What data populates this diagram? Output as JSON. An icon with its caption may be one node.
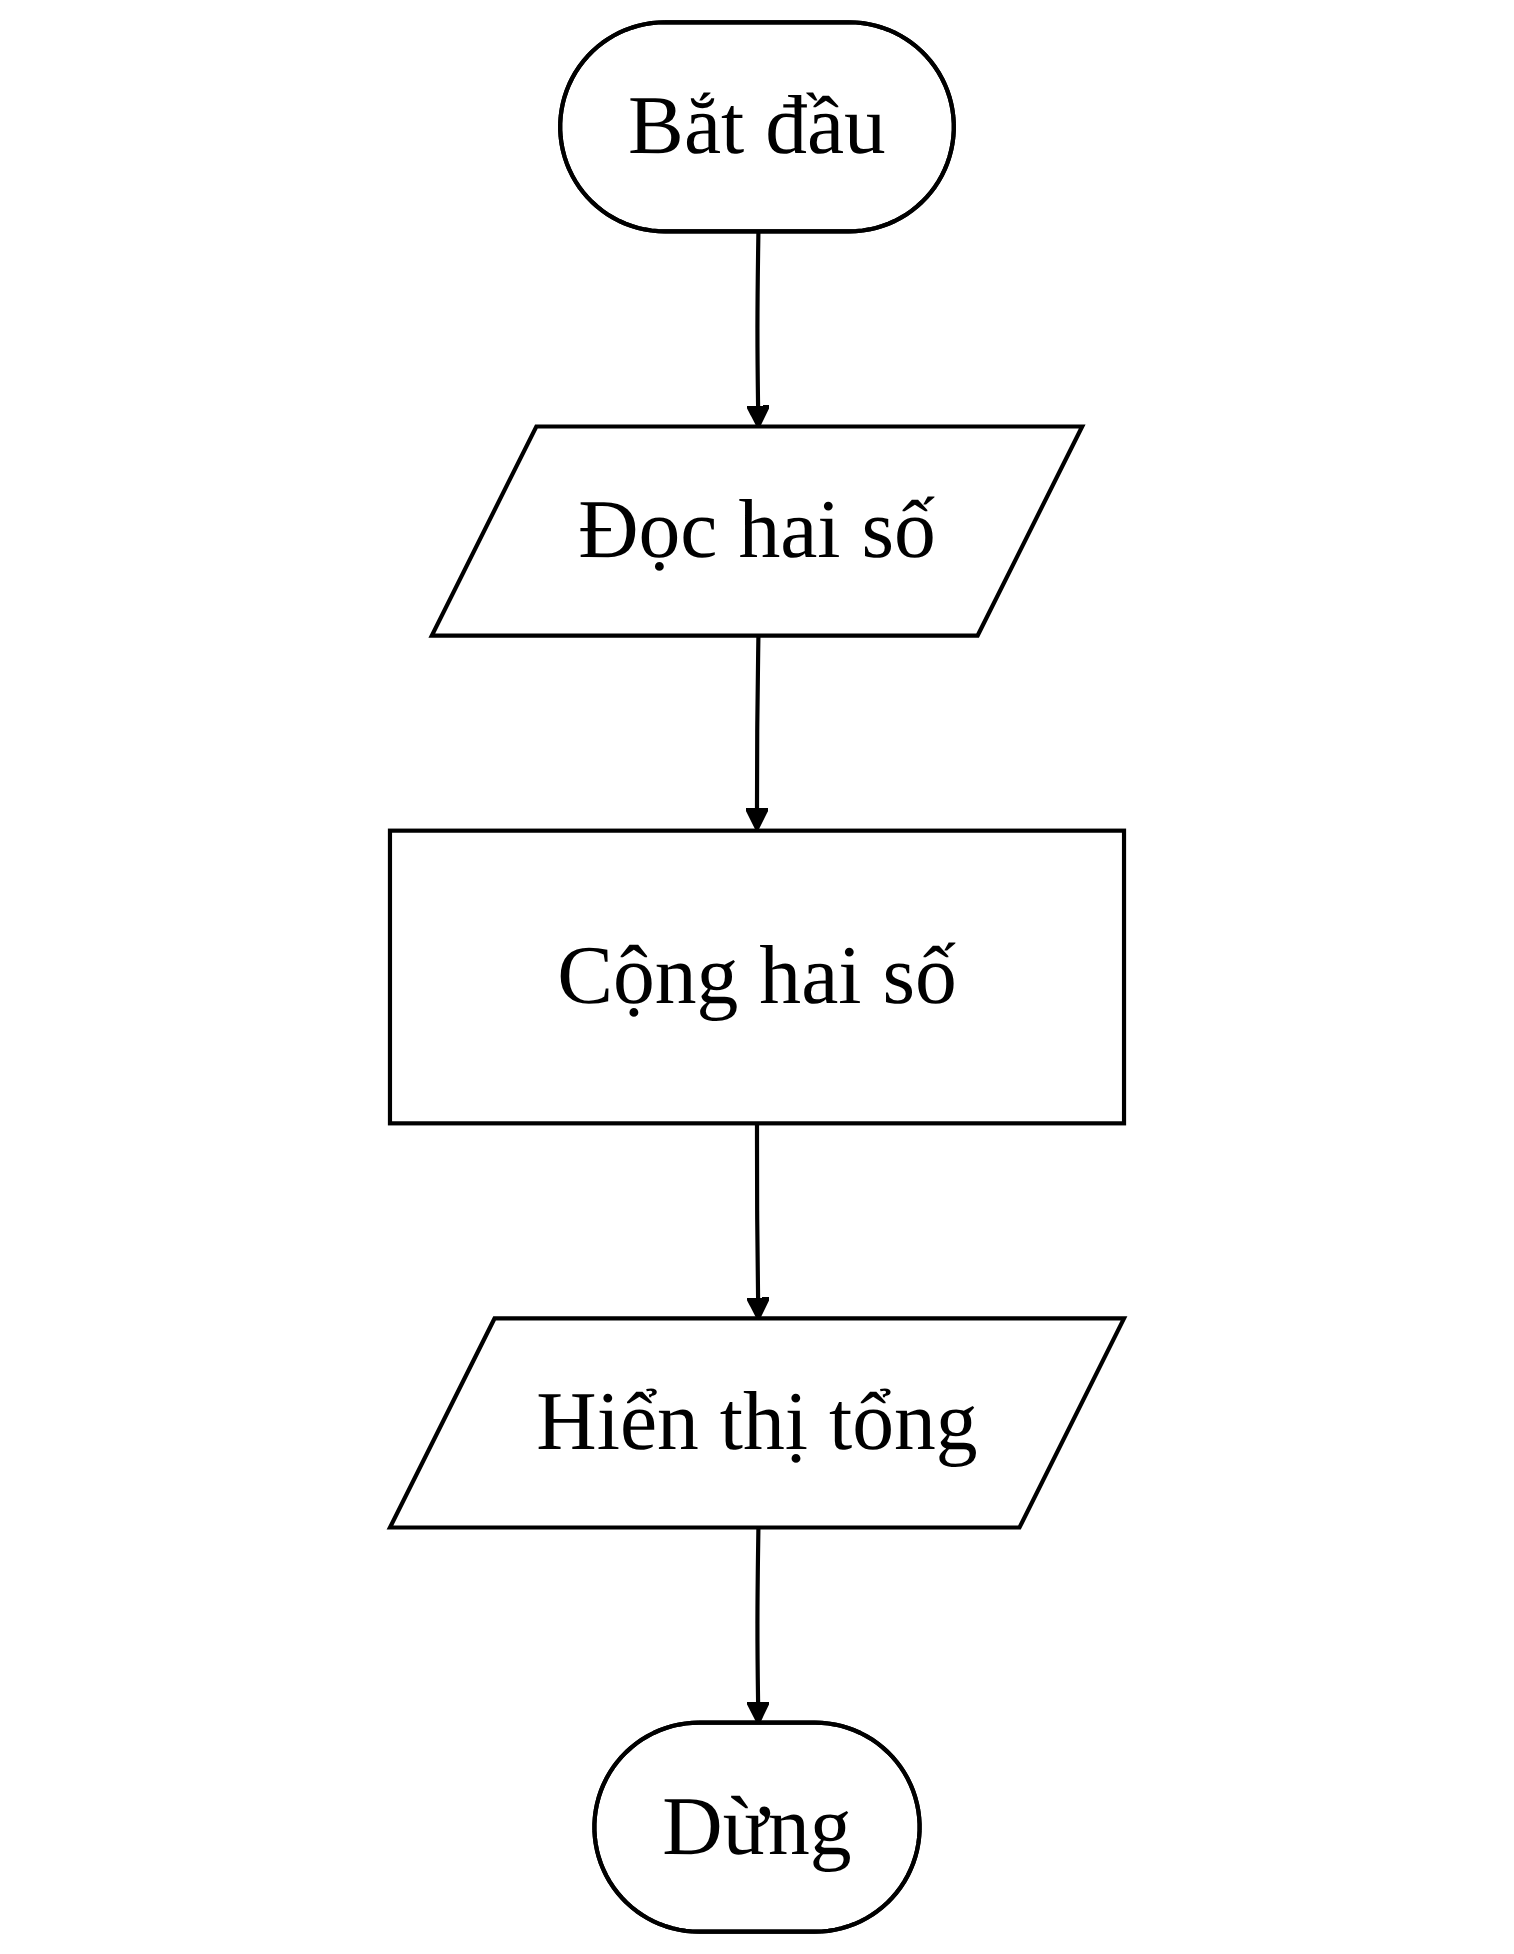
{
  "diagram": {
    "nodes": [
      {
        "text": [
          "Bắt đầu"
        ]
      },
      {
        "text": [
          "Đọc hai số"
        ]
      },
      {
        "text": [
          "Cộng hai số"
        ]
      },
      {
        "text": [
          "Hiển thị tổng"
        ]
      },
      {
        "text": [
          "Dừng"
        ]
      }
    ],
    "edges": [
      {
        "from": 0,
        "to": 1,
        "arrow": "to"
      },
      {
        "from": 1,
        "to": 2,
        "arrow": "to"
      },
      {
        "from": 2,
        "to": 3,
        "arrow": "to"
      },
      {
        "from": 3,
        "to": 4,
        "arrow": "to"
      }
    ]
  }
}
